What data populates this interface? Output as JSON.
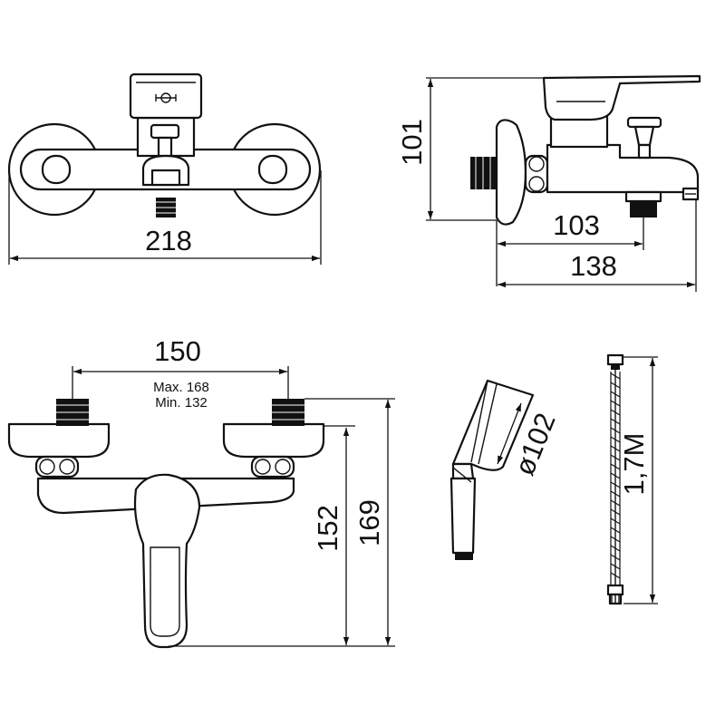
{
  "dimensions": {
    "front_width": "218",
    "side_height": "101",
    "side_depth_inner": "103",
    "side_depth_total": "138",
    "centers": "150",
    "centers_max": "Max. 168",
    "centers_min": "Min. 132",
    "bottom_height_inner": "152",
    "bottom_height_total": "169",
    "handshower_diameter": "ø102",
    "hose_length": "1,7M"
  },
  "icons": {
    "temperature_mark": "hot-cold-icon"
  }
}
